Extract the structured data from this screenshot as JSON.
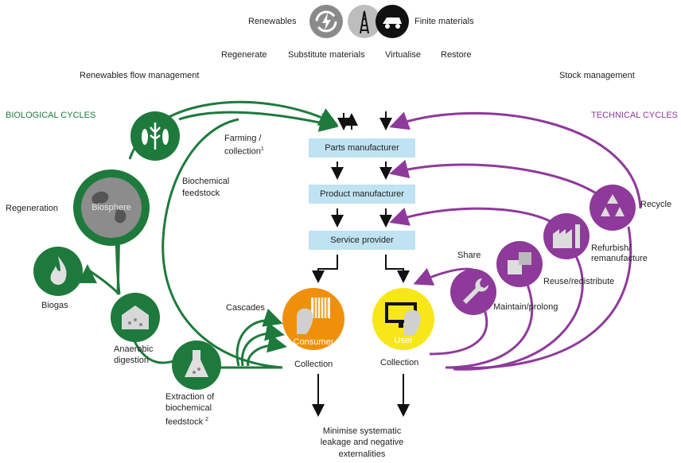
{
  "legend": {
    "renewables": "Renewables",
    "finite": "Finite materials"
  },
  "principles": [
    "Regenerate",
    "Substitute materials",
    "Virtualise",
    "Restore"
  ],
  "headers": {
    "renewables_flow": "Renewables flow management",
    "stock_mgmt": "Stock management",
    "biological": "BIOLOGICAL CYCLES",
    "technical": "TECHNICAL CYCLES"
  },
  "center_chain": {
    "parts": "Parts manufacturer",
    "product": "Product manufacturer",
    "service": "Service provider",
    "consumer": "Consumer",
    "user": "User",
    "collection_left": "Collection",
    "collection_right": "Collection",
    "leakage_line1": "Minimise systematic",
    "leakage_line2": "leakage and negative",
    "leakage_line3": "externalities"
  },
  "bio": {
    "farming_line1": "Farming /",
    "farming_line2": "collection",
    "farming_sup": "1",
    "biochemical_line1": "Biochemical",
    "biochemical_line2": "feedstock",
    "regeneration": "Regeneration",
    "biosphere": "Biosphere",
    "biogas": "Biogas",
    "anaerobic_line1": "Anaerobic",
    "anaerobic_line2": "digestion",
    "cascades": "Cascades",
    "extraction_line1": "Extraction of",
    "extraction_line2": "biochemical",
    "extraction_line3": "feedstock",
    "extraction_sup": "2"
  },
  "tech": {
    "recycle": "Recycle",
    "refurbish_line1": "Refurbish/",
    "refurbish_line2": "remanufacture",
    "reuse": "Reuse/redistribute",
    "maintain": "Maintain/prolong",
    "share": "Share"
  },
  "colors": {
    "green": "#1e7a3c",
    "purple": "#8e3a9a",
    "orange": "#f0900a",
    "yellow": "#f7e71a",
    "box": "#bfe3f2"
  }
}
